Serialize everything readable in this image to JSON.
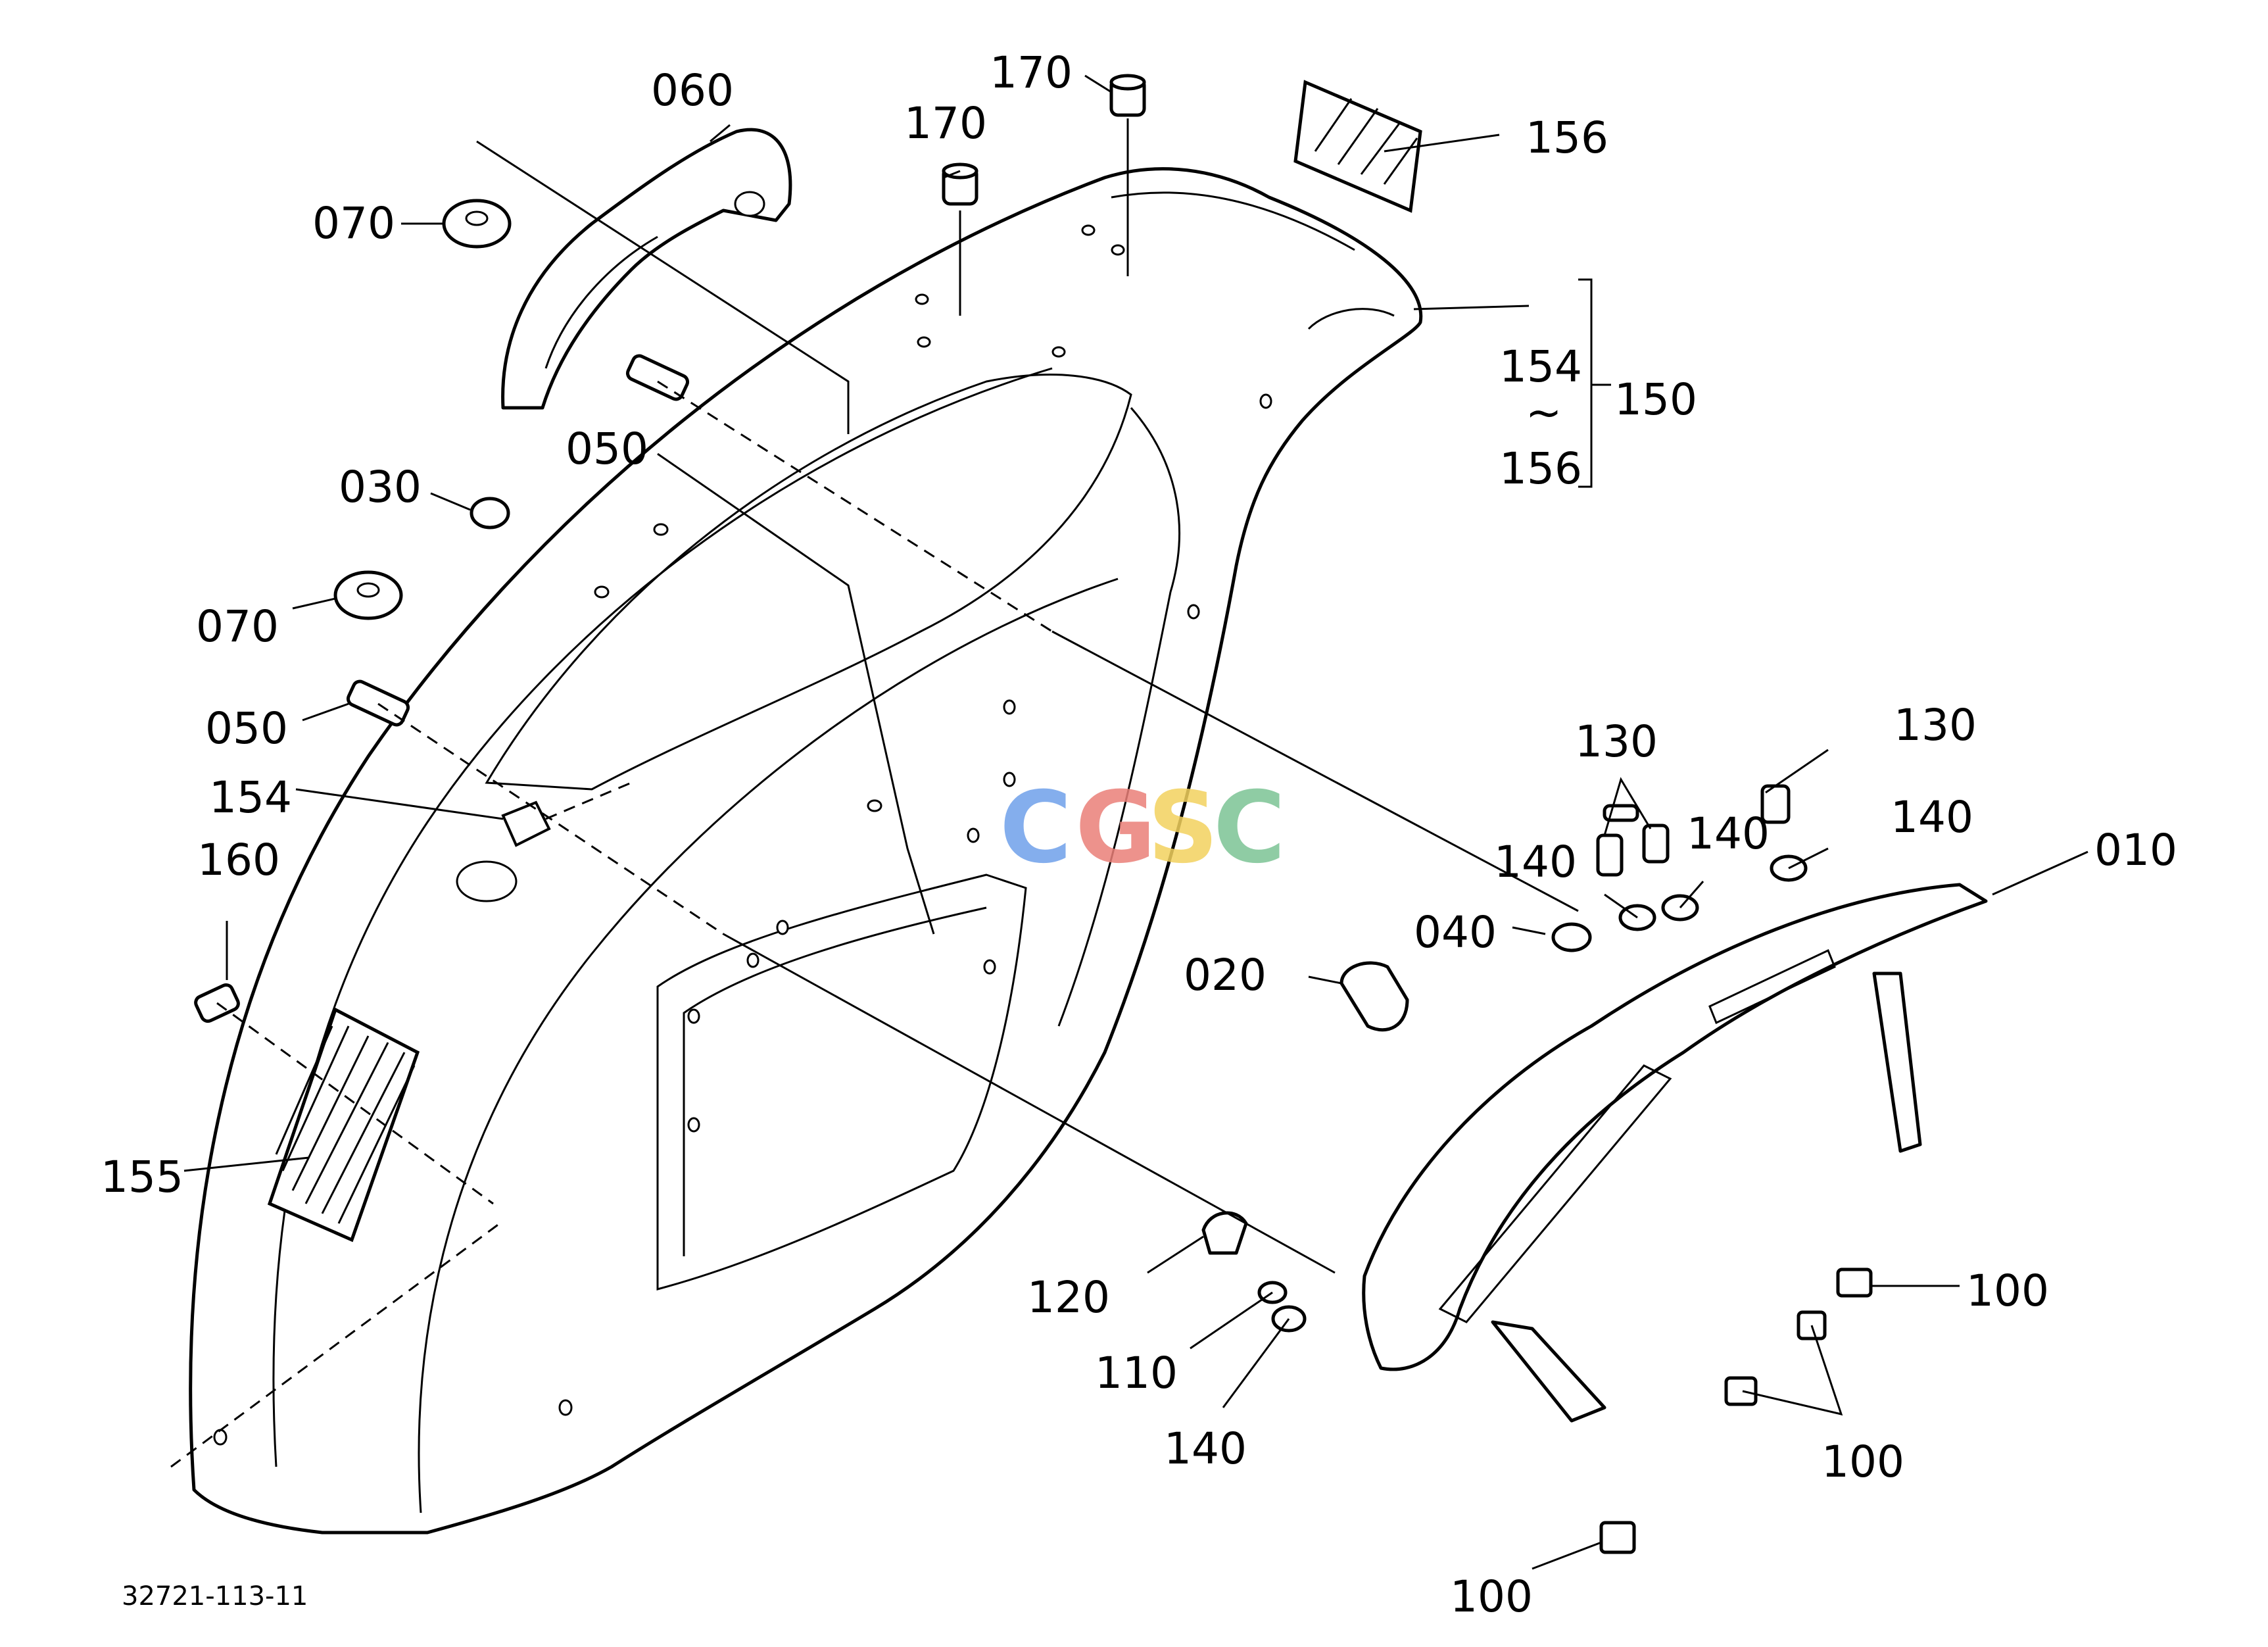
{
  "labels": {
    "l010": "010",
    "l020": "020",
    "l030": "030",
    "l040": "040",
    "l050a": "050",
    "l050b": "050",
    "l060": "060",
    "l070a": "070",
    "l070b": "070",
    "l100a": "100",
    "l100b": "100",
    "l100c": "100",
    "l110": "110",
    "l120": "120",
    "l130a": "130",
    "l130b": "130",
    "l140a": "140",
    "l140b": "140",
    "l140c": "140",
    "l140d": "140",
    "l150": "150",
    "l154a": "154",
    "l154b": "154",
    "l155": "155",
    "l156a": "156",
    "l156b": "156",
    "l160": "160",
    "l170a": "170",
    "l170b": "170",
    "tilde": "~"
  },
  "drawing_code": "32721-113-11",
  "watermark": {
    "letters": [
      "C",
      "G",
      "S",
      "C"
    ],
    "colors": [
      "#6fa0ea",
      "#ea7f78",
      "#f3d25f",
      "#7cc495"
    ]
  }
}
